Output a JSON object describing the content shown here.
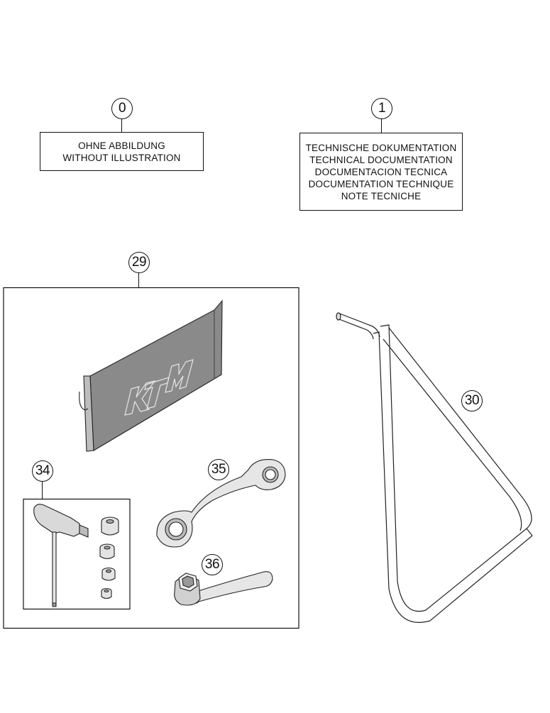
{
  "callouts": {
    "c0": "0",
    "c1": "1",
    "c29": "29",
    "c30": "30",
    "c34": "34",
    "c35": "35",
    "c36": "36"
  },
  "labels": {
    "no_illustration": [
      "OHNE ABBILDUNG",
      "WITHOUT ILLUSTRATION"
    ],
    "technical_documentation": [
      "TECHNISCHE DOKUMENTATION",
      "TECHNICAL DOCUMENTATION",
      "DOCUMENTACION TECNICA",
      "DOCUMENTATION TECHNIQUE",
      "NOTE TECNICHE"
    ]
  },
  "logo_text": "KTM"
}
